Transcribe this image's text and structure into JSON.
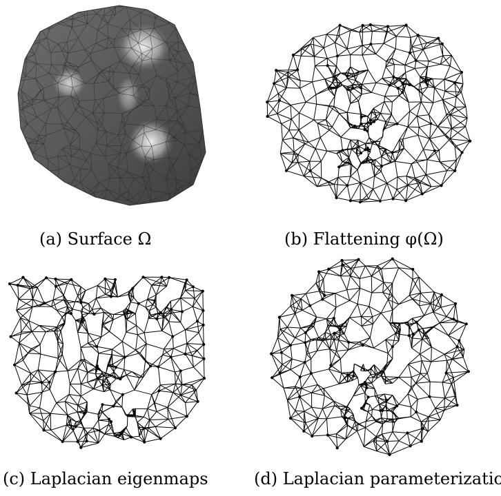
{
  "figure": {
    "panels": [
      {
        "id": "a",
        "caption": "(a) Surface Ω",
        "style": "shaded-mesh"
      },
      {
        "id": "b",
        "caption": "(b) Flattening φ(Ω)",
        "style": "wire-mesh"
      },
      {
        "id": "c",
        "caption": "(c) Laplacian eigenmaps",
        "style": "wire-mesh"
      },
      {
        "id": "d",
        "caption": "(d) Laplacian parameterization",
        "style": "wire-mesh"
      }
    ]
  },
  "colors": {
    "surface_fill": "#5a5a5a",
    "surface_highlight": "#d9d9d9",
    "mesh_line": "#000000"
  }
}
